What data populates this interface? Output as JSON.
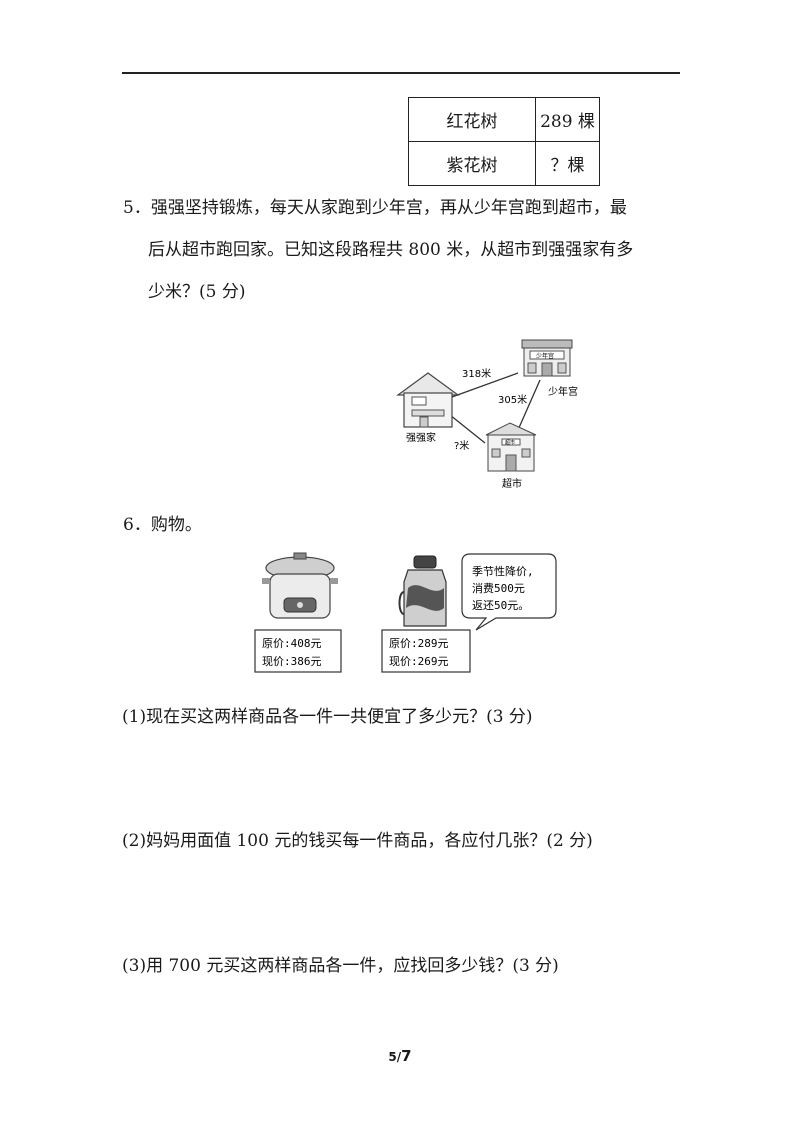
{
  "table": {
    "rows": [
      {
        "name": "红花树",
        "value": "289 棵"
      },
      {
        "name": "紫花树",
        "value": "？棵"
      }
    ]
  },
  "q5": {
    "line1": "5．强强坚持锻炼，每天从家跑到少年宫，再从少年宫跑到超市，最",
    "line2": "后从超市跑回家。已知这段路程共 800 米，从超市到强强家有多",
    "line3": "少米？(5 分)"
  },
  "map": {
    "home_label": "强强家",
    "palace_label": "少年宫",
    "palace_sign": "少年宫",
    "market_label": "超市",
    "market_sign": "超市",
    "dist_home_palace": "318米",
    "dist_palace_market": "305米",
    "dist_market_home": "?米"
  },
  "q6": {
    "title": "6．购物。",
    "cooker_original": "原价:408元",
    "cooker_now": "现价:386元",
    "flask_original": "原价:289元",
    "flask_now": "现价:269元",
    "promo_line1": "季节性降价,",
    "promo_line2": "消费500元",
    "promo_line3": "返还50元。",
    "sub1": "(1)现在买这两样商品各一件一共便宜了多少元？(3 分)",
    "sub2": "(2)妈妈用面值 100 元的钱买每一件商品，各应付几张？(2 分)",
    "sub3": "(3)用 700 元买这两样商品各一件，应找回多少钱？(3 分)"
  },
  "page": {
    "current": "5/",
    "total": "7"
  }
}
